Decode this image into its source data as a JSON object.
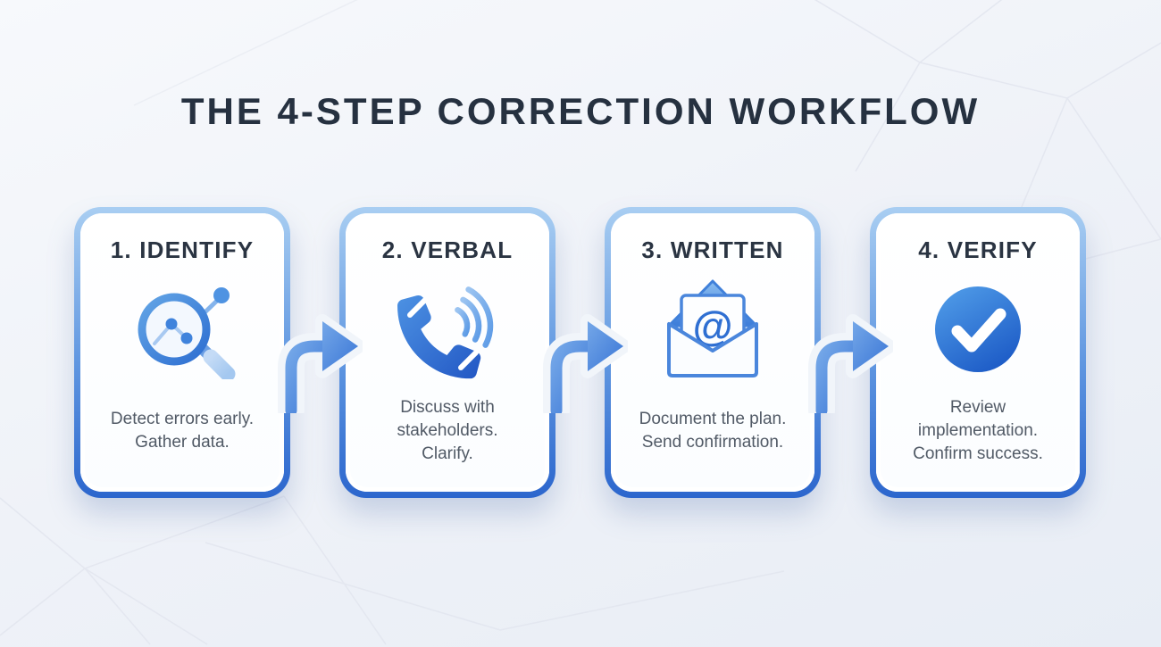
{
  "title": "THE 4-STEP CORRECTION WORKFLOW",
  "steps": [
    {
      "heading": "1. IDENTIFY",
      "icon": "magnifier-data-icon",
      "body": "Detect errors early.\nGather data."
    },
    {
      "heading": "2. VERBAL",
      "icon": "phone-icon",
      "body": "Discuss with\nstakeholders.\nClarify."
    },
    {
      "heading": "3. WRITTEN",
      "icon": "email-at-icon",
      "body": "Document the plan.\nSend confirmation."
    },
    {
      "heading": "4. VERIFY",
      "icon": "check-circle-icon",
      "body": "Review\nimplementation.\nConfirm success."
    }
  ],
  "colors": {
    "accent_blue": "#3b76d6",
    "border_light_blue": "#a9cef2",
    "border_dark_blue": "#2c66cd",
    "title_color": "#263140",
    "body_text": "#515a66",
    "background": "#eef2f8"
  }
}
